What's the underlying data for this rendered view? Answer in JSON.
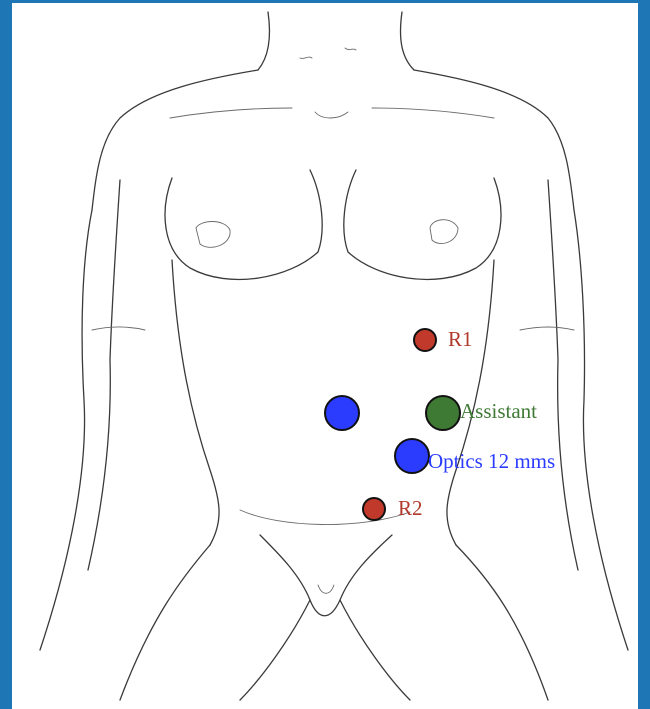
{
  "diagram": {
    "frame_color": "#1f76b5",
    "ports": [
      {
        "label": "R1",
        "color": "#c0392b",
        "size": "small"
      },
      {
        "label": "",
        "color": "#2b3cff",
        "size": "large"
      },
      {
        "label": "Assistant",
        "color": "#3f7a35",
        "size": "large"
      },
      {
        "label": "Optics 12 mms",
        "color": "#2b3cff",
        "size": "large"
      },
      {
        "label": "R2",
        "color": "#c0392b",
        "size": "small"
      }
    ]
  }
}
